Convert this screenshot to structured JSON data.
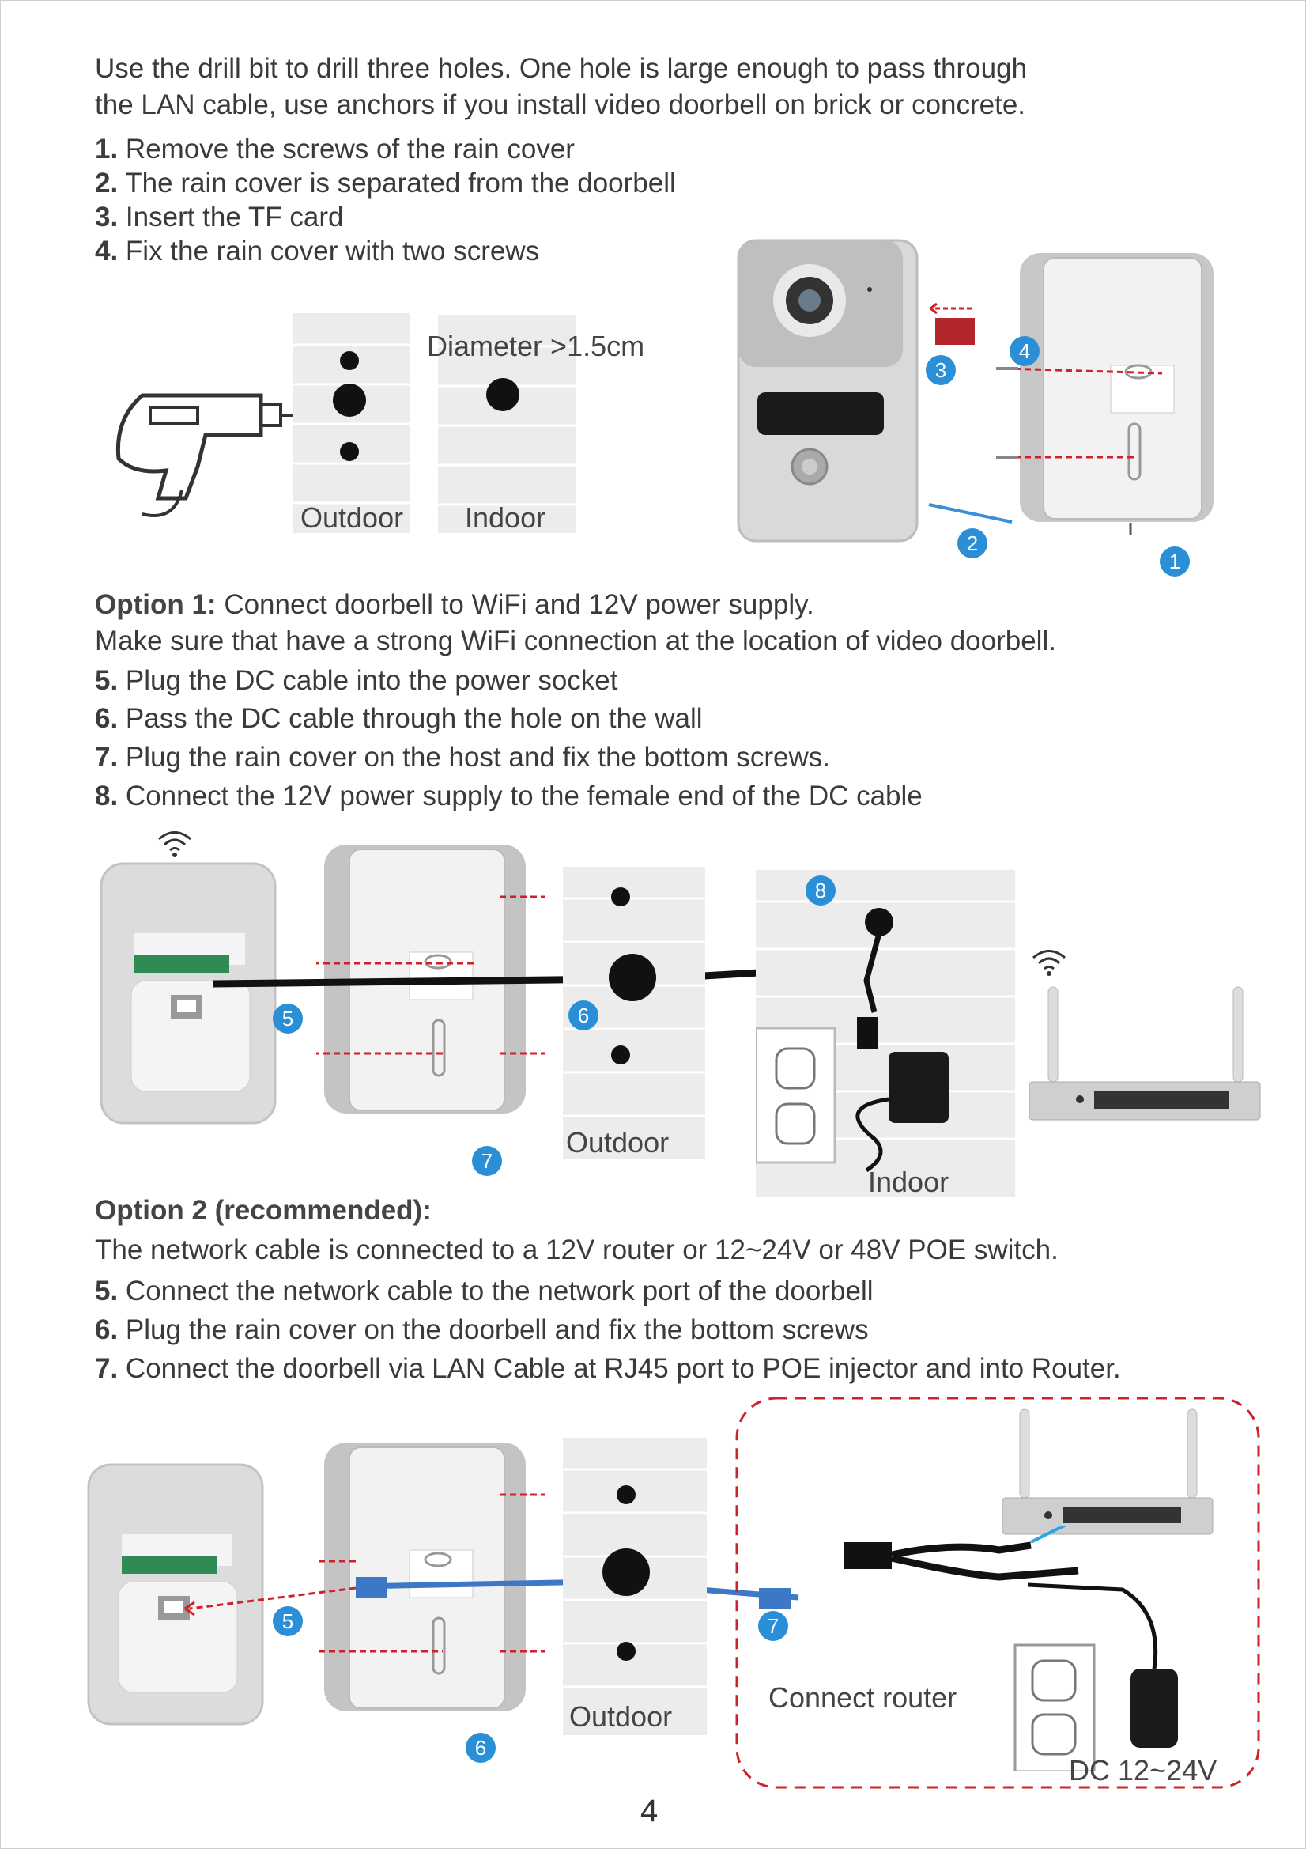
{
  "intro": [
    "Use the drill bit to drill three holes. One hole is large enough to pass through",
    "the LAN cable, use anchors if you install video doorbell on brick or concrete."
  ],
  "section1_steps": [
    {
      "num": "1.",
      "text": " Remove the screws of the rain cover"
    },
    {
      "num": "2.",
      "text": " The rain cover is separated from the doorbell"
    },
    {
      "num": "3.",
      "text": " Insert the TF card"
    },
    {
      "num": "4.",
      "text": " Fix the rain cover with two screws"
    }
  ],
  "figure1": {
    "diameter_label": "Diameter >1.5cm",
    "outdoor_label": "Outdoor",
    "indoor_label": "Indoor",
    "markers": [
      "1",
      "2",
      "3",
      "4"
    ]
  },
  "option1": {
    "heading": "Option 1:",
    "heading_text": " Connect doorbell to WiFi and 12V power supply.",
    "note": "Make sure that have a strong WiFi connection at the location of video doorbell.",
    "steps": [
      {
        "num": "5.",
        "text": " Plug the DC cable into the power socket"
      },
      {
        "num": "6.",
        "text": " Pass the DC cable through the hole on the wall"
      },
      {
        "num": "7.",
        "text": " Plug the rain cover on the host and fix the bottom screws."
      },
      {
        "num": "8.",
        "text": " Connect the 12V power supply to the female end of the DC cable"
      }
    ]
  },
  "figure2": {
    "outdoor_label": "Outdoor",
    "indoor_label": "Indoor",
    "markers": [
      "5",
      "6",
      "7",
      "8"
    ]
  },
  "option2": {
    "heading": "Option 2 (recommended):",
    "note": "The network cable is connected to a 12V router or 12~24V or 48V POE switch.",
    "steps": [
      {
        "num": "5.",
        "text": " Connect the network cable to the network port of the doorbell"
      },
      {
        "num": "6.",
        "text": " Plug the rain cover on the doorbell and fix the bottom screws"
      },
      {
        "num": "7.",
        "text": " Connect the doorbell via LAN Cable at RJ45 port to POE injector and into Router."
      }
    ]
  },
  "figure3": {
    "outdoor_label": "Outdoor",
    "connect_router_label": "Connect router",
    "dc_label": "DC 12~24V",
    "markers": [
      "5",
      "6",
      "7"
    ]
  },
  "page_number": "4",
  "colors": {
    "marker": "#2a8fd6",
    "dashed": "#d0202a",
    "cable_blue": "#3d78c6",
    "wall": "#e8e8e8"
  }
}
